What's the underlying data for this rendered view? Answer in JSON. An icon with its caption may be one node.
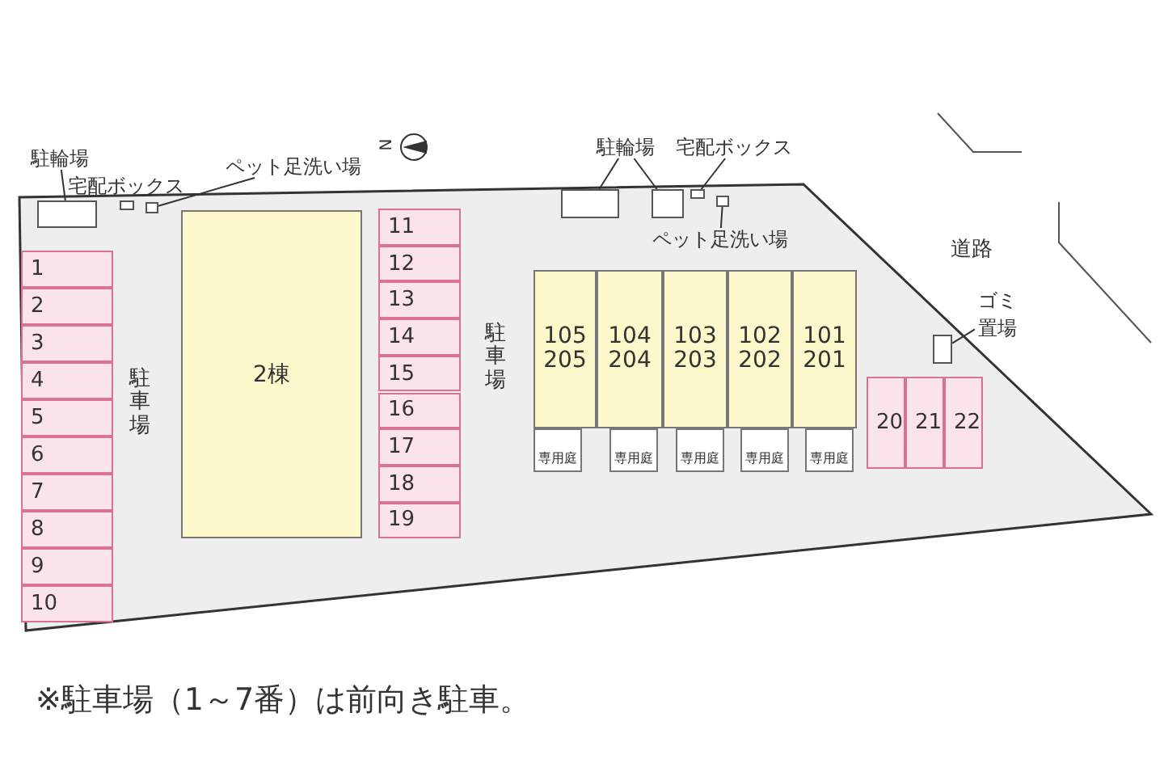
{
  "diagram": {
    "caption": "※駐車場（1～7番）は前向き駐車。",
    "nodes": [
      {
        "text": [],
        "shape": "box"
      },
      {
        "text": [
          "駐輪場"
        ]
      },
      {
        "text": [],
        "shape": "box",
        "beside": [
          "宅配ボックス"
        ]
      },
      {
        "text": [],
        "shape": "box"
      },
      {
        "text": [
          "ペット足洗い場"
        ]
      },
      {
        "text": [
          "2棟"
        ]
      },
      {
        "text": [
          "1"
        ]
      },
      {
        "text": [
          "2"
        ]
      },
      {
        "text": [
          "3"
        ]
      },
      {
        "text": [
          "4"
        ]
      },
      {
        "text": [
          "5"
        ]
      },
      {
        "text": [
          "6"
        ]
      },
      {
        "text": [
          "7"
        ]
      },
      {
        "text": [
          "8"
        ]
      },
      {
        "text": [
          "9"
        ]
      },
      {
        "text": [
          "10"
        ]
      },
      {
        "text": [
          "11"
        ]
      },
      {
        "text": [
          "12"
        ]
      },
      {
        "text": [
          "13"
        ]
      },
      {
        "text": [
          "14"
        ]
      },
      {
        "text": [
          "15"
        ]
      },
      {
        "text": [
          "16"
        ]
      },
      {
        "text": [
          "17"
        ]
      },
      {
        "text": [
          "18"
        ]
      },
      {
        "text": [
          "19"
        ]
      },
      {
        "text": [
          "105 205"
        ]
      },
      {
        "text": [
          "104 204"
        ]
      },
      {
        "text": [
          "103 203"
        ]
      },
      {
        "text": [
          "102 202"
        ]
      },
      {
        "text": [
          "101 201"
        ]
      },
      {
        "text": [
          "専用庭"
        ]
      },
      {
        "text": [
          "専用庭"
        ]
      },
      {
        "text": [
          "専用庭"
        ]
      },
      {
        "text": [
          "専用庭"
        ]
      },
      {
        "text": [
          "専用庭"
        ]
      },
      {
        "text": [],
        "shape": "box"
      },
      {
        "text": [],
        "shape": "box"
      },
      {
        "text": [
          "駐輪場"
        ]
      },
      {
        "text": [],
        "shape": "box"
      },
      {
        "text": [
          "宅配ボックス"
        ]
      },
      {
        "text": [],
        "shape": "box"
      },
      {
        "text": [
          "ペット足洗い場"
        ]
      },
      {
        "text": [],
        "shape": "box"
      },
      {
        "text": [
          "ゴミ置場"
        ]
      },
      {
        "text": [
          "20"
        ]
      },
      {
        "text": [
          "21"
        ]
      },
      {
        "text": [
          "22"
        ]
      }
    ],
    "edges": [
      {
        "from": 1,
        "to": 0,
        "arrow": "none"
      },
      {
        "from": 4,
        "to": 3,
        "arrow": "none"
      },
      {
        "from": 37,
        "to": 35,
        "arrow": "none"
      },
      {
        "from": 37,
        "to": 36,
        "arrow": "none"
      },
      {
        "from": 39,
        "to": 38,
        "arrow": "none"
      },
      {
        "from": 41,
        "to": 40,
        "arrow": "none"
      },
      {
        "from": 43,
        "to": 42,
        "arrow": "none"
      }
    ],
    "labels": [
      "N",
      "駐車場",
      "駐車場",
      "道路"
    ]
  }
}
